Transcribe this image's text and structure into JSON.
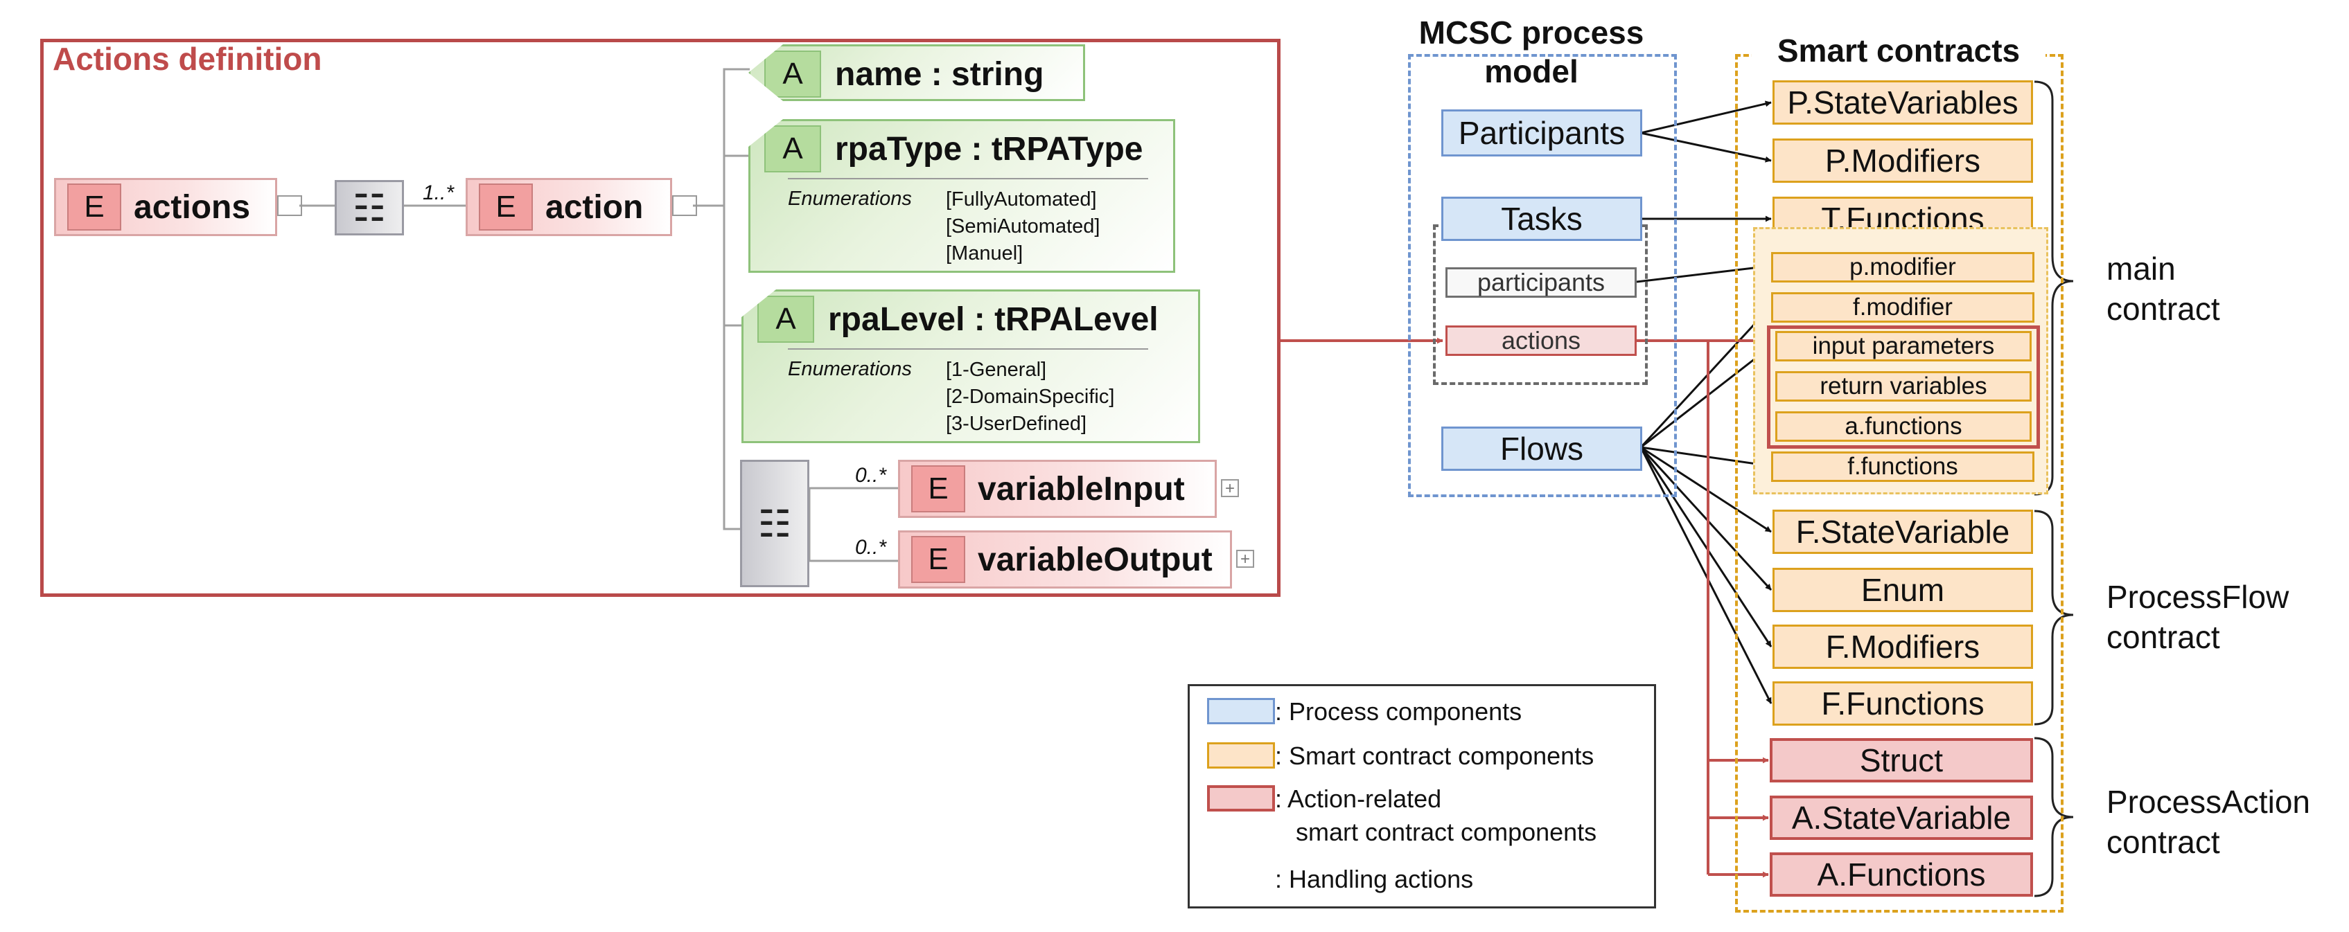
{
  "xsd": {
    "title": "Actions definition",
    "actions_element": {
      "tag": "E",
      "name": "actions"
    },
    "sequence_icon": "sequence-tree-icon",
    "action_multiplicity": "1..*",
    "action_element": {
      "tag": "E",
      "name": "action"
    },
    "attr_name": {
      "tag": "A",
      "name": "name : string"
    },
    "attr_rpatype": {
      "tag": "A",
      "name": "rpaType : tRPAType",
      "enum_label": "Enumerations",
      "values": [
        "[FullyAutomated]",
        "[SemiAutomated]",
        "[Manuel]"
      ]
    },
    "attr_rpalevel": {
      "tag": "A",
      "name": "rpaLevel : tRPALevel",
      "enum_label": "Enumerations",
      "values": [
        "[1-General]",
        "[2-DomainSpecific]",
        "[3-UserDefined]"
      ]
    },
    "variable_input": {
      "tag": "E",
      "name": "variableInput",
      "multiplicity": "0..*"
    },
    "variable_output": {
      "tag": "E",
      "name": "variableOutput",
      "multiplicity": "0..*"
    },
    "expand_symbol": "+"
  },
  "mcsc": {
    "title_line1": "MCSC process",
    "title_line2": "model",
    "participants": "Participants",
    "tasks": "Tasks",
    "task_participants": "participants",
    "task_actions": "actions",
    "flows": "Flows"
  },
  "smart": {
    "title": "Smart contracts",
    "p_state_variables": "P.StateVariables",
    "p_modifiers": "P.Modifiers",
    "t_functions": "T.Functions",
    "p_modifier": "p.modifier",
    "f_modifier": "f.modifier",
    "input_parameters": "input parameters",
    "return_variables": "return variables",
    "a_functions_lower": "a.functions",
    "f_functions_lower": "f.functions",
    "f_state_variable": "F.StateVariable",
    "enum": "Enum",
    "f_modifiers": "F.Modifiers",
    "f_functions": "F.Functions",
    "struct": "Struct",
    "a_state_variable": "A.StateVariable",
    "a_functions": "A.Functions"
  },
  "contracts": {
    "main_line1": "main",
    "main_line2": "contract",
    "flow_line1": "ProcessFlow",
    "flow_line2": "contract",
    "action_line1": "ProcessAction",
    "action_line2": "contract"
  },
  "legend": {
    "process": ": Process components",
    "smart": ": Smart contract components",
    "action_line1": ": Action-related",
    "action_line2": "smart contract components",
    "handling": ": Handling actions"
  },
  "colors": {
    "process_fill": "#d6e6f7",
    "process_border": "#6f95cf",
    "smart_fill": "#fde4c8",
    "smart_border": "#dca11d",
    "action_fill": "#f4c9c9",
    "action_border": "#c0504d",
    "handling_line": "#c0504d",
    "xsd_title": "#bf4b4b"
  }
}
